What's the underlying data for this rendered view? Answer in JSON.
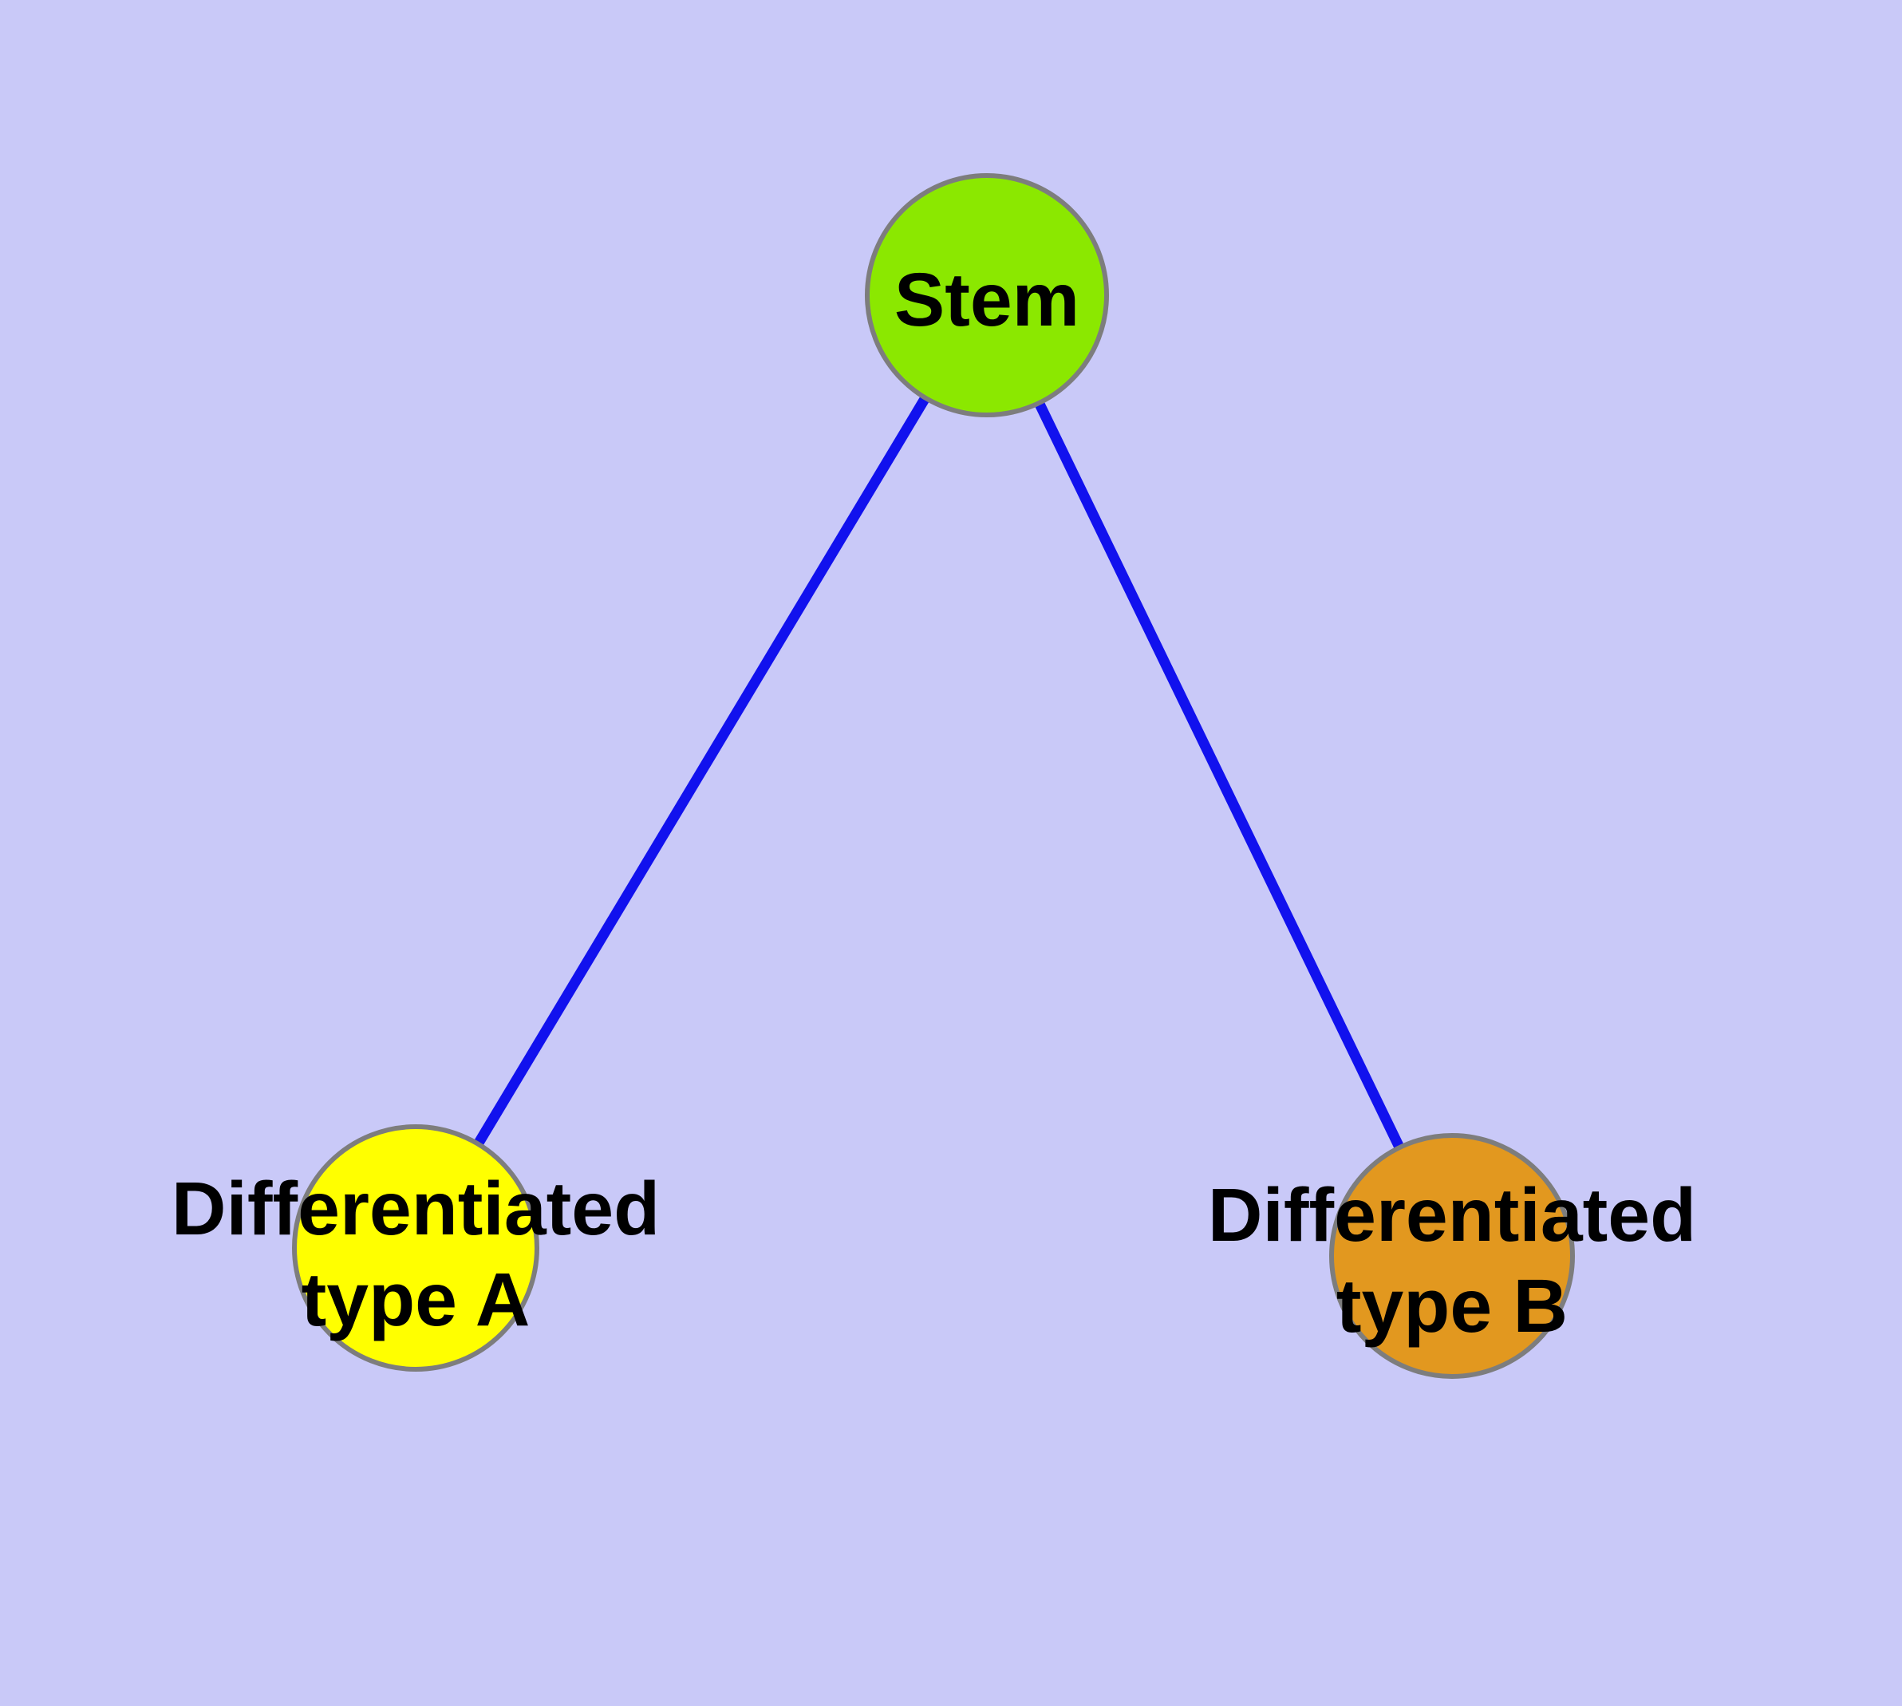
{
  "colors": {
    "background": "#C9C9F8",
    "edge": "#1111EE",
    "node_border": "#7D7D7D",
    "label_text": "#000000",
    "stem_fill": "#8BE800",
    "type_a_fill": "#FFFF00",
    "type_b_fill": "#E2981F"
  },
  "nodes": [
    {
      "id": "stem",
      "label": "Stem",
      "fill": "#8BE800"
    },
    {
      "id": "type_a",
      "label": "Differentiated\ntype A",
      "fill": "#FFFF00"
    },
    {
      "id": "type_b",
      "label": "Differentiated\ntype B",
      "fill": "#E2981F"
    }
  ],
  "edges": [
    {
      "from": "Stem",
      "to": "Differentiated type A"
    },
    {
      "from": "Stem",
      "to": "Differentiated type B"
    }
  ]
}
